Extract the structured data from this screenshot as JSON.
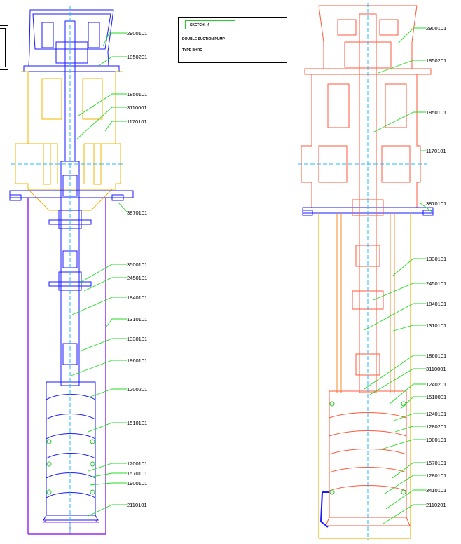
{
  "title_block": {
    "sketch": "SKETCH - 4",
    "line1": "DOUBLE SUCTION PUMP",
    "line2": "TYPE BHRC"
  },
  "left_tags": [
    "2900101",
    "1850201",
    "1850101",
    "3110001",
    "1170101",
    "3870101",
    "3500101",
    "2450101",
    "1840101",
    "1310101",
    "1330101",
    "1860101",
    "1200201",
    "1510101",
    "1200101",
    "1570101",
    "1900101",
    "2110101"
  ],
  "right_tags": [
    "2900101",
    "1850201",
    "1850101",
    "1170101",
    "3870101",
    "1330101",
    "2450101",
    "1840101",
    "1310101",
    "1860101",
    "3110001",
    "1240201",
    "1510001",
    "1240101",
    "1280201",
    "1900101",
    "1570101",
    "1280101",
    "3410101",
    "2110201"
  ],
  "colors": {
    "left_frame": "#1a1aff",
    "left_stand": "#f0b400",
    "left_column": "#9a2cf0",
    "right_frame": "#ff5a3c",
    "right_stand": "#f0b400",
    "leader": "#22dd22",
    "center_line": "#2ab8ff"
  }
}
